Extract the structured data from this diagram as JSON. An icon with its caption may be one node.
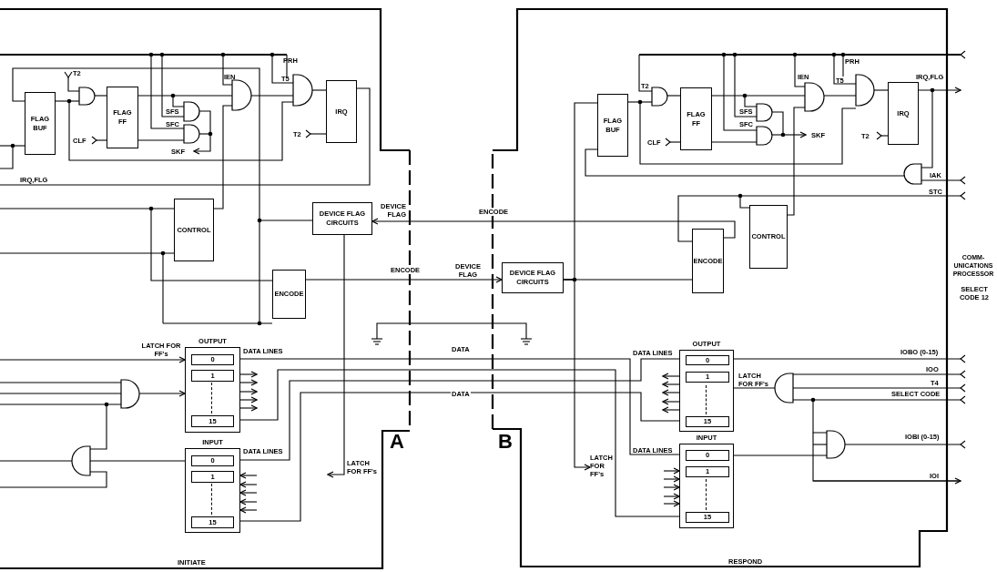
{
  "diagram": {
    "nodes": [
      {
        "text": [
          "FLAG BUF"
        ]
      },
      {
        "text": [
          "FLAG FF"
        ]
      },
      {
        "text": [
          "IRQ"
        ]
      },
      {
        "text": [
          "CONTROL"
        ]
      },
      {
        "text": [
          "DEVICE FLAG CIRCUITS"
        ]
      },
      {
        "text": [
          "ENCODE"
        ]
      },
      {
        "text": [
          "OUTPUT"
        ]
      },
      {
        "text": [
          "0"
        ],
        "in": 6
      },
      {
        "text": [
          "1"
        ],
        "in": 6
      },
      {
        "text": [
          "15"
        ],
        "in": 6
      },
      {
        "text": [
          "INPUT"
        ]
      },
      {
        "text": [
          "0"
        ],
        "in": 10
      },
      {
        "text": [
          "1"
        ],
        "in": 10
      },
      {
        "text": [
          "15"
        ],
        "in": 10
      },
      {
        "text": [
          "FLAG BUF"
        ]
      },
      {
        "text": [
          "FLAG FF"
        ]
      },
      {
        "text": [
          "IRQ"
        ]
      },
      {
        "text": [
          "CONTROL"
        ]
      },
      {
        "text": [
          "ENCODE"
        ]
      },
      {
        "text": [
          "DEVICE FLAG CIRCUITS"
        ]
      },
      {
        "text": [
          "OUTPUT"
        ]
      },
      {
        "text": [
          "0"
        ],
        "in": 20
      },
      {
        "text": [
          "1"
        ],
        "in": 20
      },
      {
        "text": [
          "15"
        ],
        "in": 20
      },
      {
        "text": [
          "INPUT"
        ]
      },
      {
        "text": [
          "0"
        ],
        "in": 24
      },
      {
        "text": [
          "1"
        ],
        "in": 24
      },
      {
        "text": [
          "15"
        ],
        "in": 24
      },
      {
        "text": [
          "LATCH FOR FF's"
        ]
      }
    ],
    "edges": [
      {
        "from": 18,
        "to": 4,
        "arrow": "to",
        "label": "ENCODE"
      },
      {
        "from": 5,
        "to": 19,
        "arrow": "to",
        "label": "ENCODE"
      },
      {
        "from": 7,
        "to": 25,
        "arrow": "to",
        "label": "DATA"
      },
      {
        "from": 9,
        "to": 27,
        "arrow": "to"
      },
      {
        "from": 21,
        "to": 11,
        "arrow": "to"
      },
      {
        "from": 23,
        "to": 13,
        "arrow": "to",
        "label": "DATA"
      },
      {
        "from": 4,
        "to": null,
        "arrow": "to"
      },
      {
        "from": 19,
        "to": 18,
        "arrow": "none"
      },
      {
        "from": 19,
        "to": 28,
        "arrow": "to"
      },
      {
        "from": 19,
        "to": 14,
        "arrow": "none"
      },
      {
        "from": 2,
        "to": null,
        "arrow": "none"
      },
      {
        "from": 16,
        "to": null,
        "arrow": "to"
      },
      {
        "from": null,
        "to": 6,
        "arrow": "to"
      },
      {
        "from": 20,
        "to": null,
        "arrow": "other"
      }
    ],
    "labels": [
      "T2",
      "PRH",
      "T5",
      "IEN",
      "SFS",
      "SFC",
      "CLF",
      "SKF",
      "T2",
      "IRQ,FLG",
      "DEVICE FLAG",
      "DEVICE FLAG",
      "LATCH FOR FF's",
      "DATA LINES",
      "DATA LINES",
      "LATCH FOR FF's",
      "A",
      "B",
      "INITIATE",
      "T2",
      "PRH",
      "T5",
      "IEN",
      "SFS",
      "SFC",
      "CLF",
      "SKF",
      "T2",
      "IRQ,FLG",
      "IAK",
      "STC",
      "COMM- UNICATIONS PROCESSOR",
      "SELECT CODE 12",
      "DATA LINES",
      "DATA LINES",
      "LATCH FOR FF's",
      "IOBO (0-15)",
      "IOO",
      "T4",
      "SELECT CODE",
      "IOBI (0-15)",
      "IOI",
      "RESPOND"
    ]
  }
}
